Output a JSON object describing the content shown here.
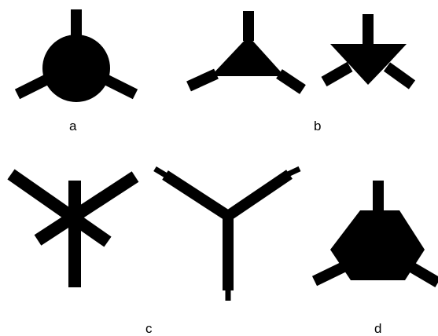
{
  "labels": {
    "a": "a",
    "b": "b",
    "c": "c",
    "d": "d"
  },
  "colors": {
    "shape_fill": "#000000",
    "background": "#ffffff"
  }
}
